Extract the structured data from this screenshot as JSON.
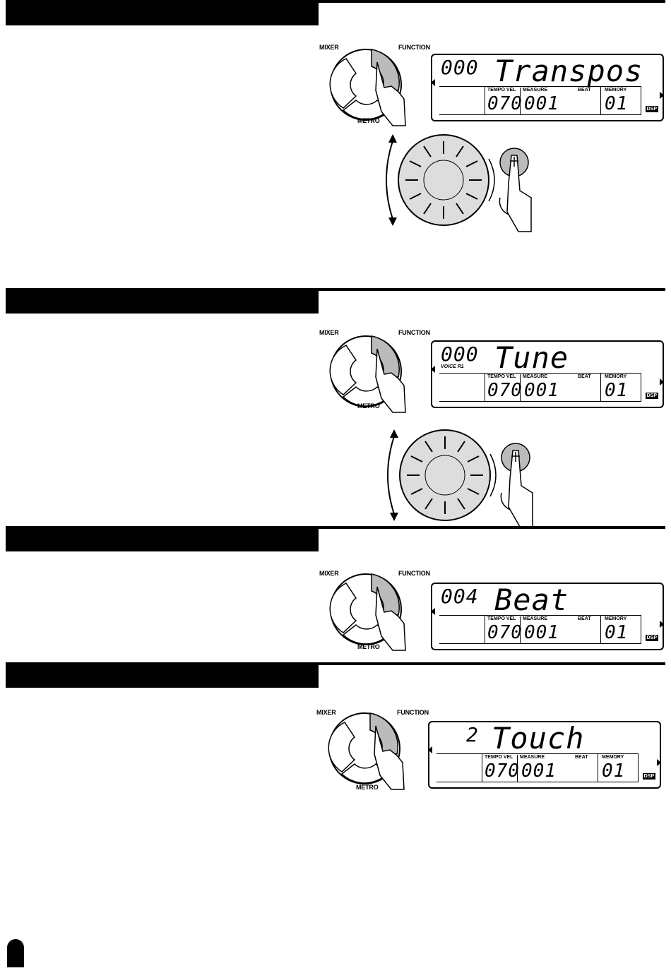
{
  "controls": {
    "mixer_label": "MIXER",
    "function_label": "FUNCTION",
    "metro_label": "METRO"
  },
  "lcd_labels": {
    "tempo_vel": "TEMPO VEL",
    "measure": "MEASURE",
    "beat": "BEAT",
    "memory": "MEMORY",
    "dsp": "DSP",
    "tempo_value": "070",
    "measure_value": "001",
    "memory_value": "01"
  },
  "sections": [
    {
      "lcd_number": "000",
      "lcd_text": "Transpos",
      "lcd_sub": "",
      "has_dial": true
    },
    {
      "lcd_number": "000",
      "lcd_text": "Tune",
      "lcd_sub": "VOICE  R1",
      "has_dial": true
    },
    {
      "lcd_number": "004",
      "lcd_text": "Beat",
      "lcd_sub": "",
      "has_dial": false
    },
    {
      "lcd_number": "2",
      "lcd_text": "Touch",
      "lcd_sub": "",
      "has_dial": false
    }
  ]
}
